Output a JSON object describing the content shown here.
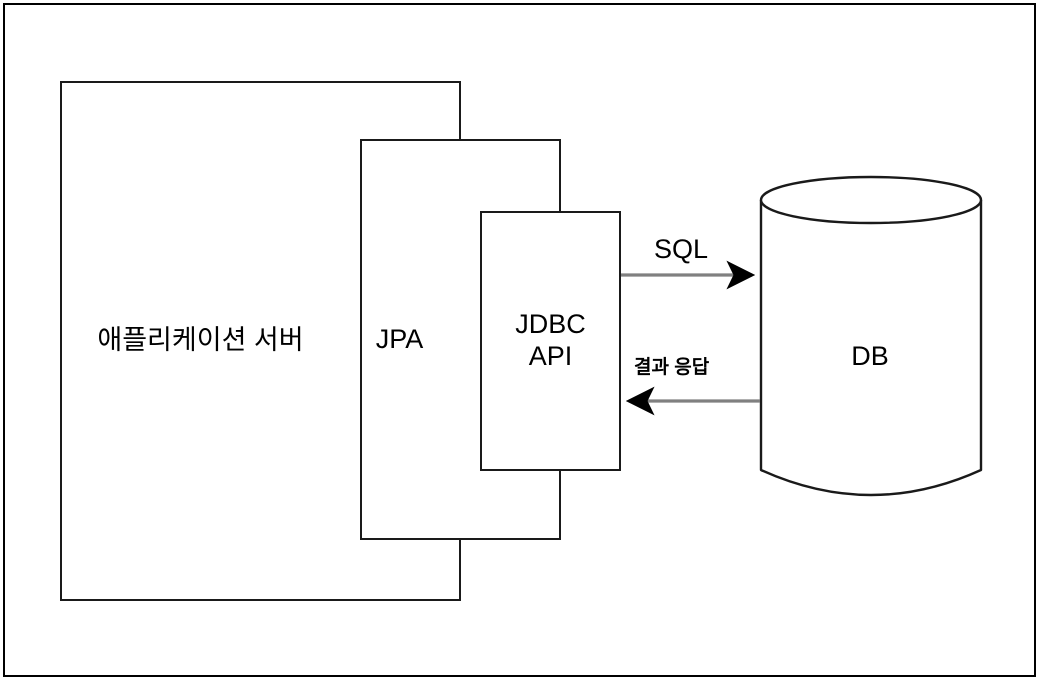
{
  "diagram": {
    "title": "JPA and JDBC API layering with database",
    "background_color": "#ffffff",
    "frame_color": "#000000",
    "node_stroke_color": "#1a1a1a",
    "arrow_line_color": "#808080",
    "arrow_head_color": "#000000",
    "nodes": {
      "app_server": {
        "label": "애플리케이션 서버",
        "shape": "rectangle"
      },
      "jpa": {
        "label": "JPA",
        "shape": "rectangle"
      },
      "jdbc": {
        "label": "JDBC\nAPI",
        "shape": "rectangle"
      },
      "db": {
        "label": "DB",
        "shape": "cylinder"
      }
    },
    "edges": [
      {
        "id": "sql",
        "label": "SQL",
        "from": "jdbc",
        "to": "db",
        "direction": "right"
      },
      {
        "id": "result",
        "label": "결과 응답",
        "from": "db",
        "to": "jdbc",
        "direction": "left"
      }
    ]
  }
}
